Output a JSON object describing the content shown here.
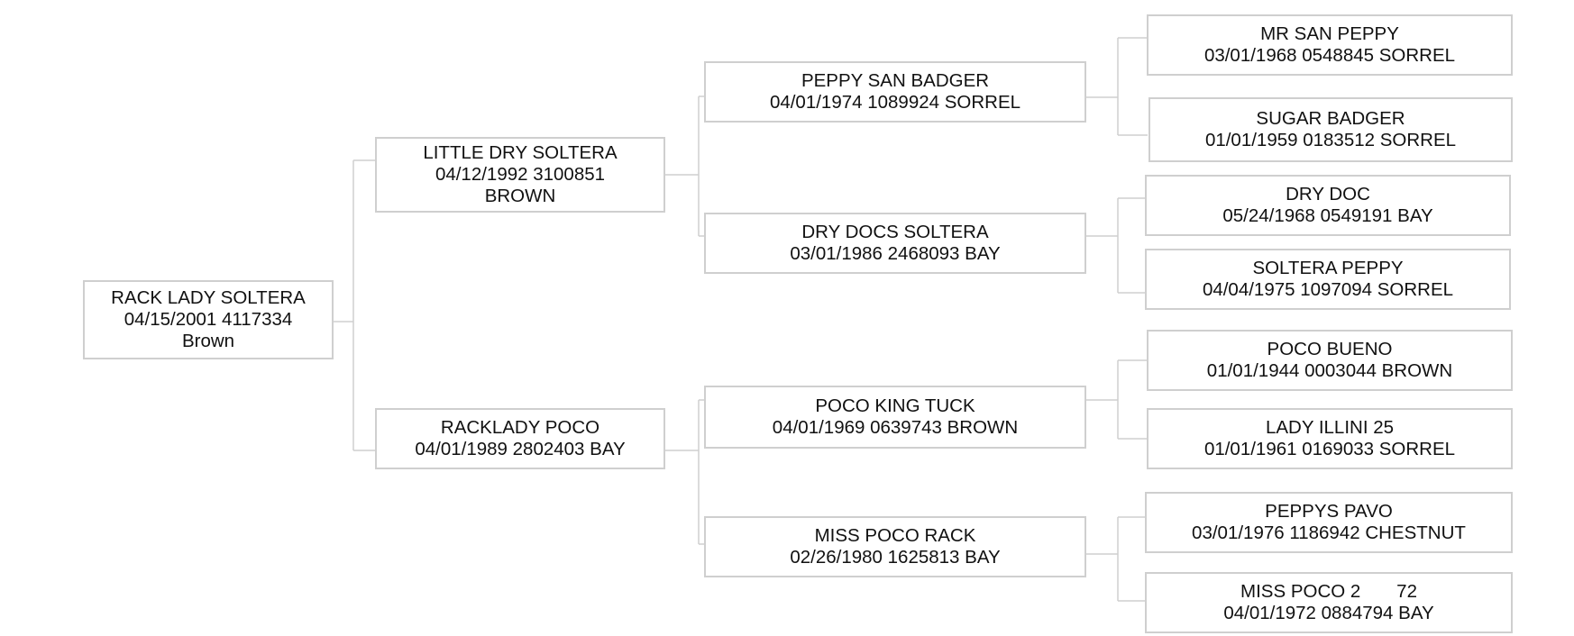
{
  "pedigree": {
    "subject": {
      "lines": [
        "RACK LADY SOLTERA",
        "04/15/2001 4117334",
        "Brown"
      ]
    },
    "sire": {
      "lines": [
        "LITTLE DRY SOLTERA",
        "04/12/1992 3100851",
        "BROWN"
      ]
    },
    "dam": {
      "lines": [
        "RACKLADY POCO",
        "04/01/1989 2802403 BAY"
      ]
    },
    "sire_sire": {
      "lines": [
        "PEPPY SAN BADGER",
        "04/01/1974 1089924 SORREL"
      ]
    },
    "sire_dam": {
      "lines": [
        "DRY DOCS SOLTERA",
        "03/01/1986 2468093 BAY"
      ]
    },
    "dam_sire": {
      "lines": [
        "POCO KING TUCK",
        "04/01/1969 0639743 BROWN"
      ]
    },
    "dam_dam": {
      "lines": [
        "MISS POCO RACK",
        "02/26/1980 1625813 BAY"
      ]
    },
    "ss_sire": {
      "lines": [
        "MR SAN PEPPY",
        "03/01/1968 0548845 SORREL"
      ]
    },
    "ss_dam": {
      "lines": [
        "SUGAR BADGER",
        "01/01/1959 0183512 SORREL"
      ]
    },
    "sd_sire": {
      "lines": [
        "DRY DOC",
        "05/24/1968 0549191 BAY"
      ]
    },
    "sd_dam": {
      "lines": [
        "SOLTERA PEPPY",
        "04/04/1975 1097094 SORREL"
      ]
    },
    "ds_sire": {
      "lines": [
        "POCO BUENO",
        "01/01/1944 0003044 BROWN"
      ]
    },
    "ds_dam": {
      "lines": [
        "LADY ILLINI 25",
        "01/01/1961 0169033 SORREL"
      ]
    },
    "dd_sire": {
      "lines": [
        "PEPPYS PAVO",
        "03/01/1976 1186942 CHESTNUT"
      ]
    },
    "dd_dam": {
      "lines": [
        "MISS POCO 2       72",
        "04/01/1972 0884794 BAY"
      ]
    }
  }
}
